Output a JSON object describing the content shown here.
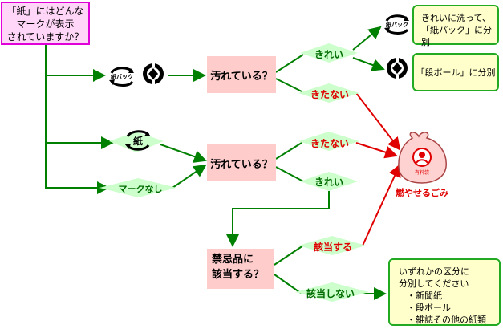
{
  "start": {
    "lines": [
      "「紙」にはどんな",
      "マークが表示",
      "されていますか？"
    ]
  },
  "questions": {
    "dirty_a": "汚れている？",
    "dirty_b": "汚れている？",
    "prohibited": [
      "禁忌品に",
      "該当する？"
    ]
  },
  "branches": {
    "clean_a": "きれい",
    "dirty_a": "きたない",
    "dirty_b": "きたない",
    "clean_b": "きれい",
    "applies": "該当する",
    "not_applies": "該当しない",
    "no_mark": "マークなし"
  },
  "results": {
    "paper_pack": [
      "きれいに洗って、",
      "「紙パック」に分別"
    ],
    "cardboard": "「段ボール」に分別",
    "burnable": "燃やせるごみ",
    "other": [
      "いずれかの区分に",
      "分別してください",
      "・新聞紙",
      "・段ボール",
      "・雑誌その他の紙類"
    ]
  },
  "icons": {
    "paper_pack_mark": "paper-pack-recycle-icon",
    "pla_mark": "container-recycle-icon",
    "paper_mark": "paper-recycle-icon",
    "garbage_bag": "garbage-bag-icon"
  },
  "mark_text": {
    "kami_pack": "紙パック",
    "kami": "紙",
    "bag_label": "有料袋"
  },
  "colors": {
    "line": "#008000",
    "red_line": "#e00000",
    "diamond": "#ccffcc",
    "box_pink": "#ffcccc"
  }
}
